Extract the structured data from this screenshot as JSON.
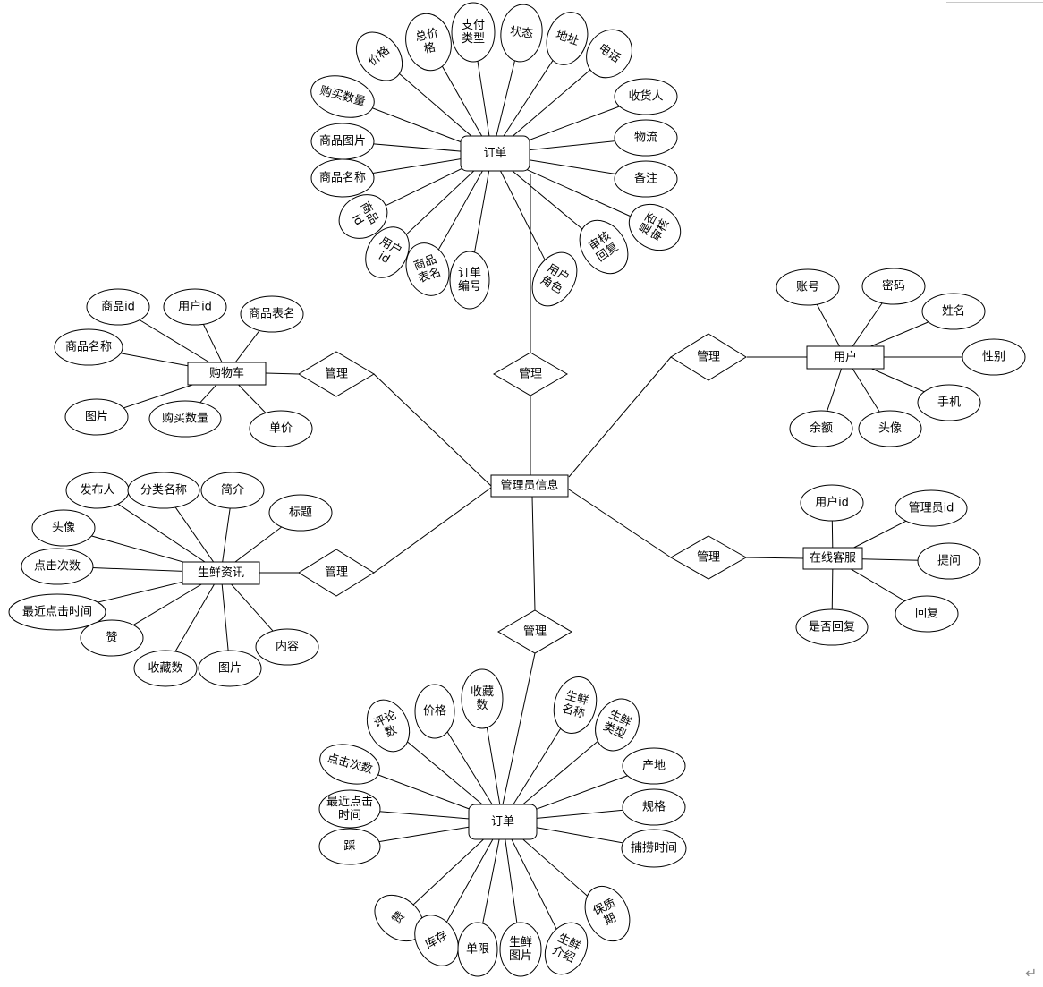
{
  "entities": [
    {
      "id": "order_top",
      "label": "订单"
    },
    {
      "id": "cart",
      "label": "购物车"
    },
    {
      "id": "user",
      "label": "用户"
    },
    {
      "id": "admin",
      "label": "管理员信息"
    },
    {
      "id": "news",
      "label": "生鲜资讯"
    },
    {
      "id": "service",
      "label": "在线客服"
    },
    {
      "id": "order_bottom",
      "label": "订单"
    }
  ],
  "relationships": [
    {
      "id": "rel_order_top",
      "label": "管理"
    },
    {
      "id": "rel_cart",
      "label": "管理"
    },
    {
      "id": "rel_user",
      "label": "管理"
    },
    {
      "id": "rel_news",
      "label": "管理"
    },
    {
      "id": "rel_service",
      "label": "管理"
    },
    {
      "id": "rel_order_bottom",
      "label": "管理"
    }
  ],
  "attributes": {
    "order_top": [
      "价格",
      "总价格",
      "支付类型",
      "状态",
      "地址",
      "电话",
      "购买数量",
      "收货人",
      "商品图片",
      "物流",
      "商品名称",
      "备注",
      "商品id",
      "是否审核",
      "用户id",
      "商品表名",
      "订单编号",
      "用户角色",
      "审核回复"
    ],
    "cart": [
      "商品id",
      "用户id",
      "商品表名",
      "商品名称",
      "图片",
      "购买数量",
      "单价"
    ],
    "user": [
      "账号",
      "密码",
      "姓名",
      "性别",
      "手机",
      "余额",
      "头像"
    ],
    "news": [
      "发布人",
      "分类名称",
      "简介",
      "标题",
      "头像",
      "点击次数",
      "最近点击时间",
      "赞",
      "收藏数",
      "图片",
      "内容"
    ],
    "service": [
      "用户id",
      "管理员id",
      "提问",
      "回复",
      "是否回复"
    ],
    "order_bottom": [
      "评论数",
      "价格",
      "收藏数",
      "生鲜名称",
      "生鲜类型",
      "点击次数",
      "产地",
      "最近点击时间",
      "规格",
      "踩",
      "捕捞时间",
      "赞",
      "库存",
      "单限",
      "生鲜图片",
      "生鲜介绍",
      "保质期"
    ]
  }
}
